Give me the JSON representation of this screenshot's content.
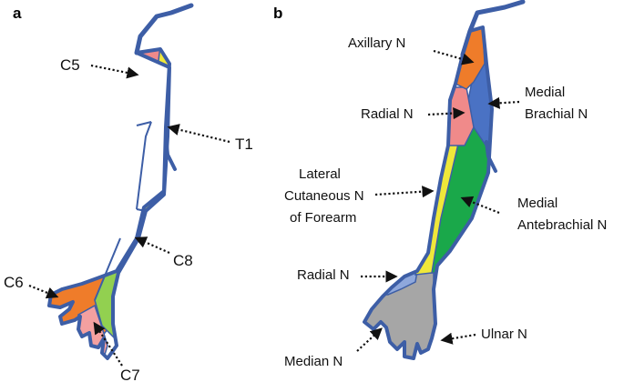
{
  "colors": {
    "outline": "#3d5ea6",
    "c5": "#f08a8a",
    "t1": "#efe83a",
    "c6": "#ef7c2a",
    "c8": "#92d050",
    "c7": "#f4a0a0",
    "axillary": "#ef7c2a",
    "radial": "#f08a8a",
    "medial_brachial": "#4a72c4",
    "lateral_cutaneous": "#efe83a",
    "medial_antebrachial": "#1aa84a",
    "radial_hand": "#8fa8dc",
    "median": "#a6a6a6",
    "ulnar": "#f5c9b0"
  },
  "panel_a": {
    "letter": "a",
    "labels": {
      "c5": "C5",
      "t1": "T1",
      "c8": "C8",
      "c6": "C6",
      "c7": "C7"
    }
  },
  "panel_b": {
    "letter": "b",
    "labels": {
      "axillary": "Axillary N",
      "radial_upper": "Radial N",
      "medial_brachial_1": "Medial",
      "medial_brachial_2": "Brachial N",
      "lateral_1": "Lateral",
      "lateral_2": "Cutaneous N",
      "lateral_3": "of Forearm",
      "medial_ante_1": "Medial",
      "medial_ante_2": "Antebrachial N",
      "radial_lower": "Radial N",
      "ulnar": "Ulnar N",
      "median": "Median N"
    }
  }
}
